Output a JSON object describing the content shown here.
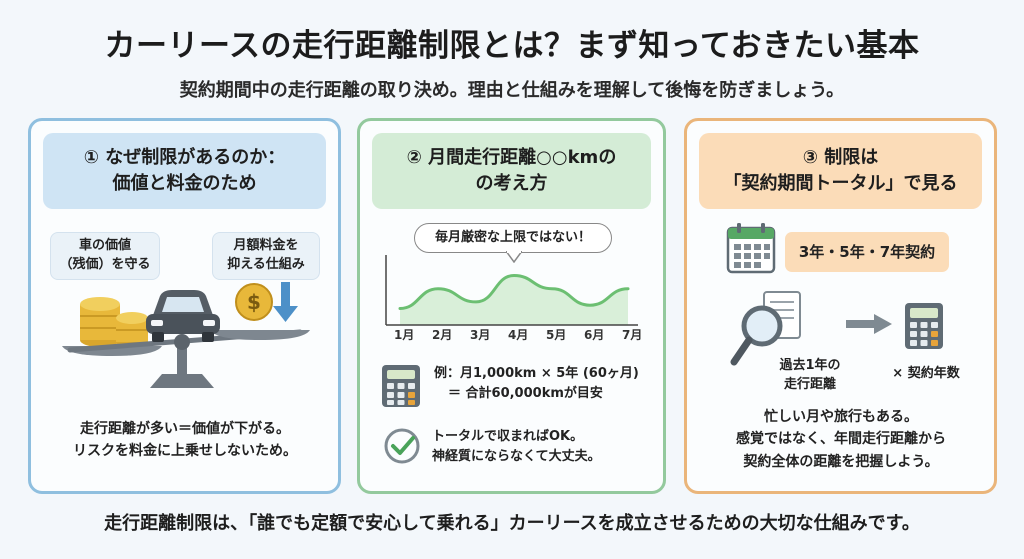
{
  "header": {
    "title": "カーリースの走行距離制限とは？まず知っておきたい基本",
    "subtitle": "契約期間中の走行距離の取り決め。理由と仕組みを理解して後悔を防ぎましょう。"
  },
  "panel1": {
    "heading_line1": "① なぜ制限があるのか：",
    "heading_line2": "価値と料金のため",
    "left_label_line1": "車の価値",
    "left_label_line2": "（残価）を守る",
    "right_label_line1": "月額料金を",
    "right_label_line2": "抑える仕組み",
    "caption_line1": "走行距離が多い＝価値が下がる。",
    "caption_line2": "リスクを料金に上乗せしないため。"
  },
  "panel2": {
    "heading_line1": "② 月間走行距離○○kmの",
    "heading_line2": "の考え方",
    "chart_note": "毎月厳密な上限ではない！",
    "example_line1": "例：月1,000km × 5年 (60ヶ月)",
    "example_line2": "＝ 合計60,000kmが目安",
    "check_line1": "トータルで収まればOK。",
    "check_line2": "神経質にならなくて大丈夫。"
  },
  "panel3": {
    "heading_line1": "③ 制限は",
    "heading_line2": "「契約期間トータル」で見る",
    "contract_years": "3年・5年・7年契約",
    "past_label_line1": "過去1年の",
    "past_label_line2": "走行距離",
    "times_years": "× 契約年数",
    "caption_line1": "忙しい月や旅行もある。",
    "caption_line2": "感覚ではなく、年間走行距離から",
    "caption_line3": "契約全体の距離を把握しよう。"
  },
  "footer": {
    "text": "走行距離制限は、「誰でも定額で安心して乗れる」カーリースを成立させるための大切な仕組みです。"
  },
  "chart_data": {
    "type": "area",
    "categories": [
      "1月",
      "2月",
      "3月",
      "4月",
      "5月",
      "6月",
      "7月"
    ],
    "series": [
      {
        "values": [
          0.25,
          0.55,
          0.35,
          0.75,
          0.55,
          0.3,
          0.55
        ]
      }
    ],
    "title": "",
    "xlabel": "",
    "ylabel": "",
    "ylim": [
      0,
      1
    ],
    "grid": false,
    "colors": {
      "line": "#6cbf72",
      "fill": "#d9efd9"
    }
  },
  "colors": {
    "panel1_border": "#8fbfdf",
    "panel2_border": "#93c99d",
    "panel3_border": "#eab57a",
    "panel1_head": "#cfe4f4",
    "panel2_head": "#d4ecd6",
    "panel3_head": "#fbdcb8"
  },
  "icons": [
    "coins-icon",
    "car-icon",
    "yen-coin-icon",
    "down-arrow-icon",
    "balance-scale-icon",
    "calculator-icon",
    "checkmark-icon",
    "calendar-icon",
    "document-icon",
    "magnifier-icon",
    "right-arrow-icon"
  ]
}
